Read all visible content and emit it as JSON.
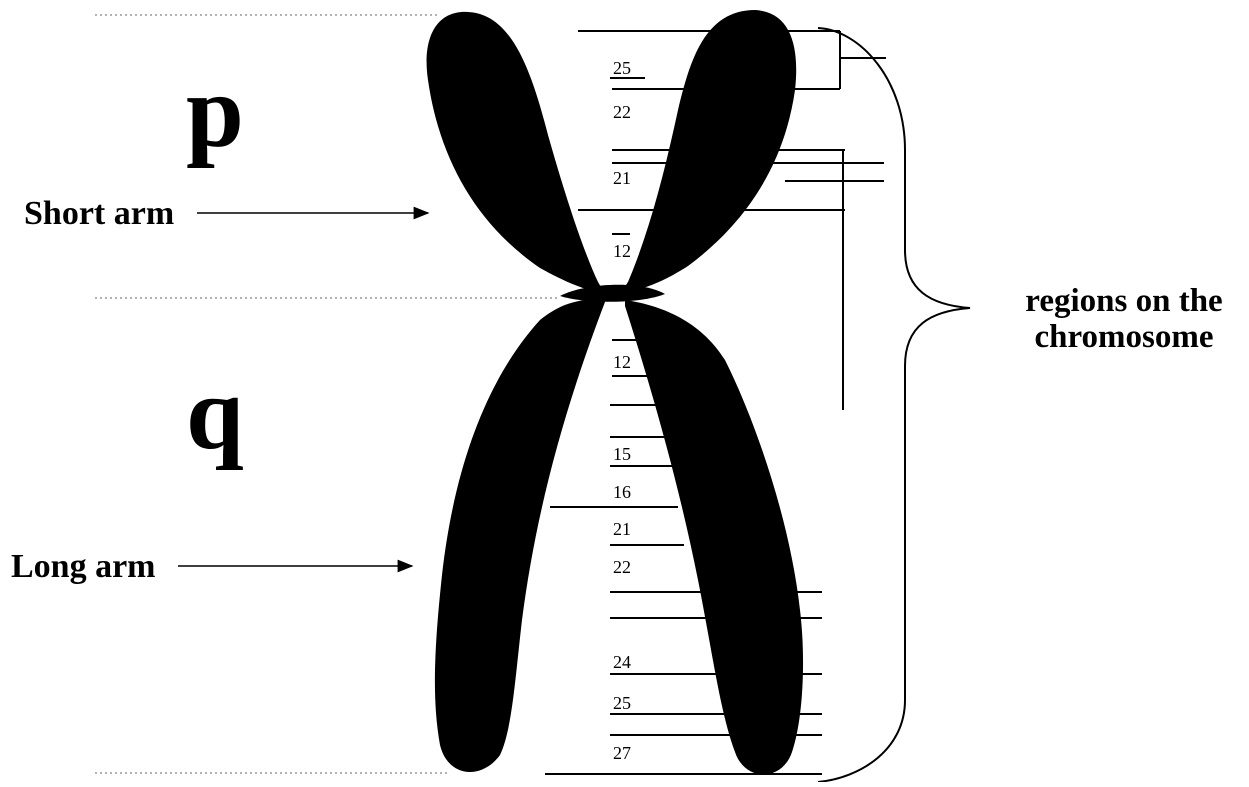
{
  "diagram": {
    "arm_letters": {
      "p": "p",
      "q": "q"
    },
    "arm_names": {
      "short": "Short arm",
      "long": "Long arm"
    },
    "regions_label": {
      "line1": "regions on the",
      "line2": "chromosome"
    },
    "colors": {
      "chromosome": "#000000",
      "background": "#ffffff",
      "guide_line": "#999999"
    },
    "band_labels_p": [
      "25",
      "22",
      "21",
      "12"
    ],
    "band_labels_q": [
      "12",
      "15",
      "16",
      "21",
      "22",
      "24",
      "25",
      "27"
    ]
  }
}
